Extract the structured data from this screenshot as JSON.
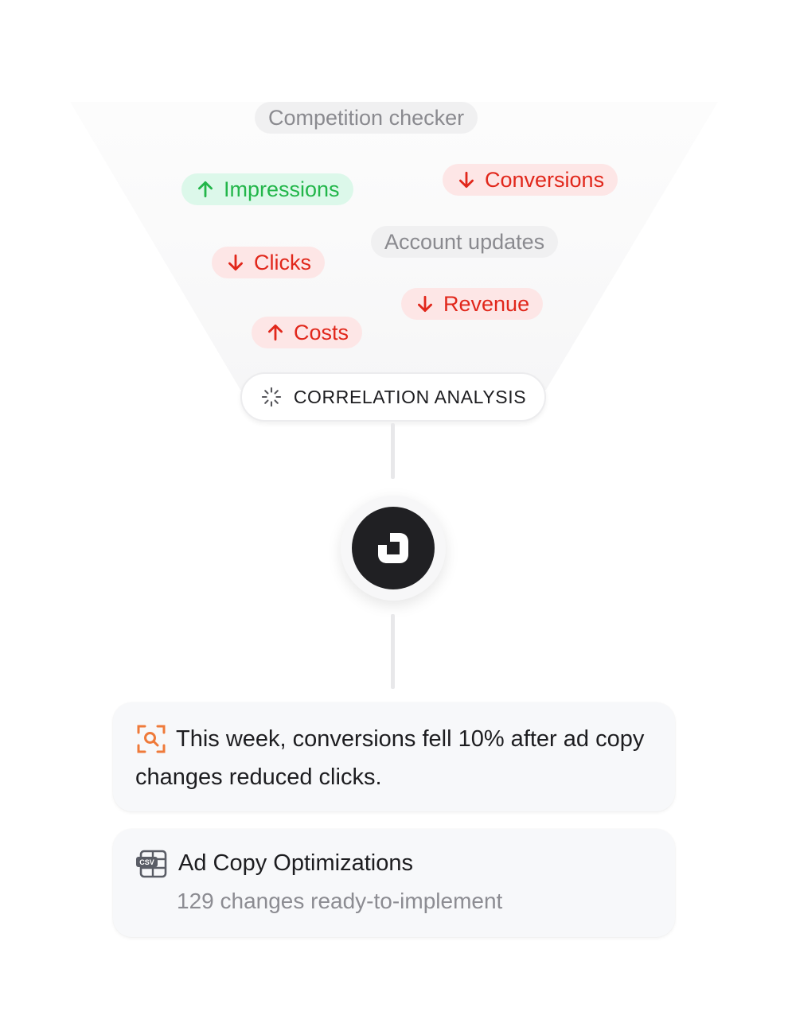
{
  "funnel": {
    "tags": [
      {
        "label": "Competition checker",
        "kind": "neutral",
        "arrow": "none"
      },
      {
        "label": "Impressions",
        "kind": "up-good",
        "arrow": "up"
      },
      {
        "label": "Conversions",
        "kind": "bad",
        "arrow": "down"
      },
      {
        "label": "Account updates",
        "kind": "neutral",
        "arrow": "none"
      },
      {
        "label": "Clicks",
        "kind": "bad",
        "arrow": "down"
      },
      {
        "label": "Revenue",
        "kind": "bad",
        "arrow": "down"
      },
      {
        "label": "Costs",
        "kind": "bad",
        "arrow": "up"
      }
    ],
    "analysis_label": "CORRELATION ANALYSIS",
    "analysis_icon": "loading-spinner-icon"
  },
  "logo": {
    "icon": "brand-logo-icon"
  },
  "insight_card": {
    "icon": "search-scan-icon",
    "text": "This week, conversions fell 10% after ad copy changes reduced clicks."
  },
  "optimization_card": {
    "icon": "csv-file-icon",
    "title": "Ad Copy Optimizations",
    "subtitle": "129 changes ready-to-implement"
  },
  "colors": {
    "positive": "#22b64a",
    "negative": "#e1271b",
    "neutral_text": "#8a8a8f",
    "accent_orange": "#ef7a3a",
    "logo_dark": "#202023"
  }
}
